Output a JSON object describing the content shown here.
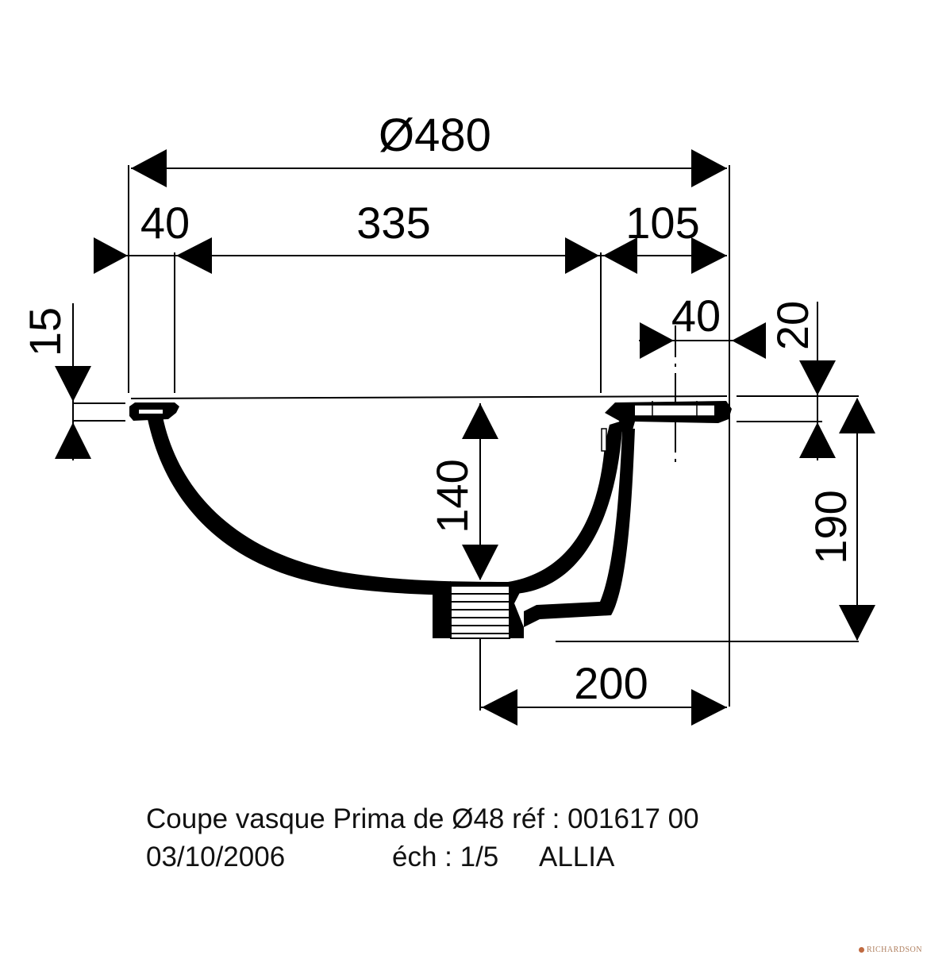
{
  "dimensions": {
    "overall_diameter": "Ø480",
    "rim_left": "40",
    "basin_width": "335",
    "rim_right": "105",
    "tap_offset": "40",
    "rim_height_right": "20",
    "rim_height_left": "15",
    "bowl_depth": "140",
    "total_height": "190",
    "drain_offset": "200"
  },
  "caption": {
    "line1": "Coupe vasque Prima de Ø48 réf : 001617 00",
    "date": "03/10/2006",
    "scale": "éch : 1/5",
    "brand": "ALLIA"
  },
  "watermark": "RICHARDSON"
}
